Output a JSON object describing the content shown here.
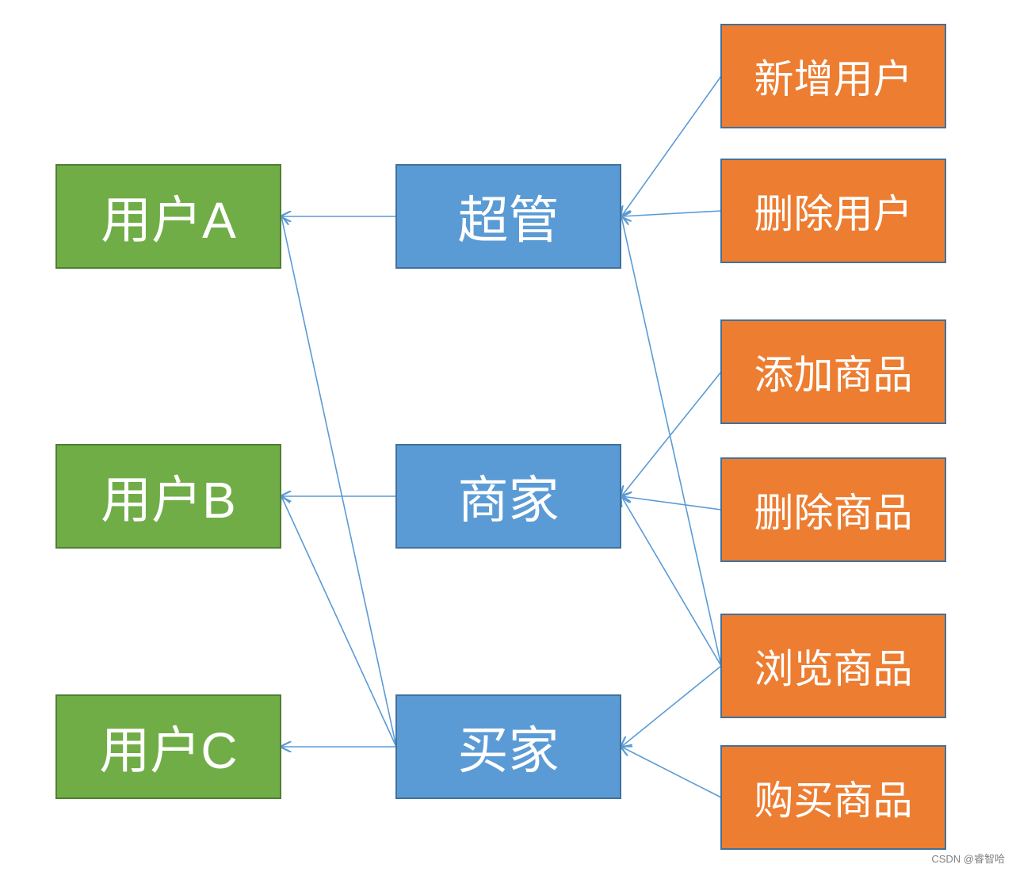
{
  "users": [
    {
      "id": "user_a",
      "label": "用户A"
    },
    {
      "id": "user_b",
      "label": "用户B"
    },
    {
      "id": "user_c",
      "label": "用户C"
    }
  ],
  "roles": [
    {
      "id": "role_super",
      "label": "超管"
    },
    {
      "id": "role_merchant",
      "label": "商家"
    },
    {
      "id": "role_buyer",
      "label": "买家"
    }
  ],
  "permissions": [
    {
      "id": "perm_add_user",
      "label": "新增用户"
    },
    {
      "id": "perm_del_user",
      "label": "删除用户"
    },
    {
      "id": "perm_add_goods",
      "label": "添加商品"
    },
    {
      "id": "perm_del_goods",
      "label": "删除商品"
    },
    {
      "id": "perm_browse_goods",
      "label": "浏览商品"
    },
    {
      "id": "perm_buy_goods",
      "label": "购买商品"
    }
  ],
  "edges": [
    {
      "from": "role_super",
      "to": "user_a"
    },
    {
      "from": "role_merchant",
      "to": "user_b"
    },
    {
      "from": "role_buyer",
      "to": "user_c"
    },
    {
      "from": "role_buyer",
      "to": "user_a"
    },
    {
      "from": "role_buyer",
      "to": "user_b"
    },
    {
      "from": "perm_add_user",
      "to": "role_super"
    },
    {
      "from": "perm_del_user",
      "to": "role_super"
    },
    {
      "from": "perm_browse_goods",
      "to": "role_super"
    },
    {
      "from": "perm_add_goods",
      "to": "role_merchant"
    },
    {
      "from": "perm_del_goods",
      "to": "role_merchant"
    },
    {
      "from": "perm_browse_goods",
      "to": "role_merchant"
    },
    {
      "from": "perm_browse_goods",
      "to": "role_buyer"
    },
    {
      "from": "perm_buy_goods",
      "to": "role_buyer"
    }
  ],
  "colors": {
    "user_fill": "#70ad47",
    "role_fill": "#5b9bd5",
    "permission_fill": "#ed7d31",
    "connector": "#5b9bd5"
  },
  "watermark": "CSDN @睿智哈"
}
